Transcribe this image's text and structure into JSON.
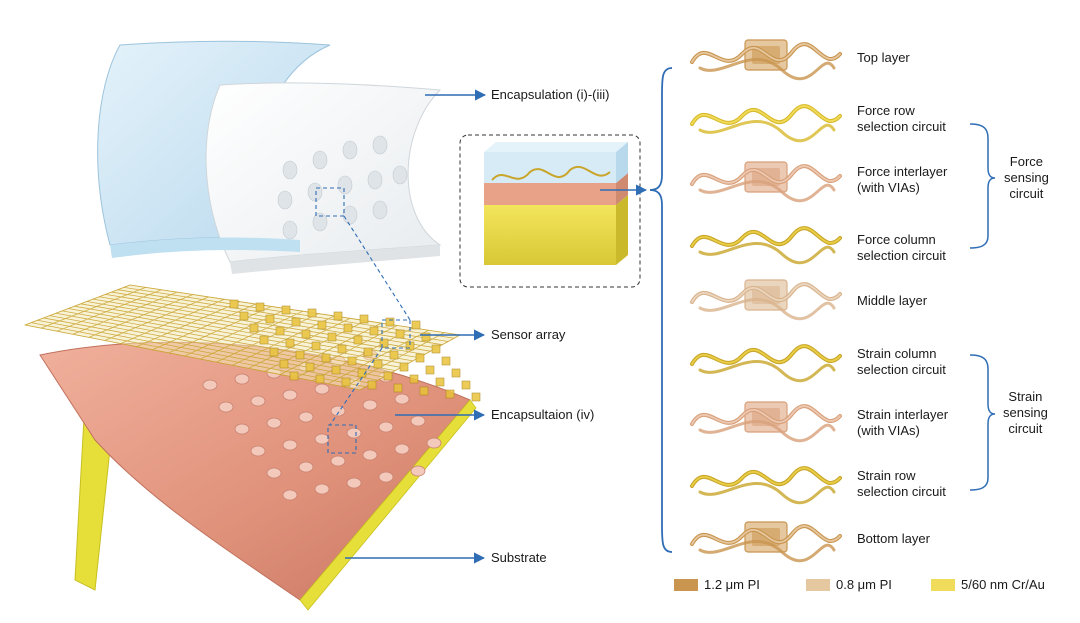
{
  "left_labels": {
    "encapsulation_top": "Encapsulation (i)-(iii)",
    "sensor_array": "Sensor array",
    "encapsulation_bottom": "Encapsultaion (iv)",
    "substrate": "Substrate"
  },
  "layers": [
    {
      "label": "Top layer"
    },
    {
      "label": "Force row\nselection circuit"
    },
    {
      "label": "Force interlayer\n(with VIAs)"
    },
    {
      "label": "Force column\nselection circuit"
    },
    {
      "label": "Middle layer"
    },
    {
      "label": "Strain column\nselection circuit"
    },
    {
      "label": "Strain interlayer\n(with VIAs)"
    },
    {
      "label": "Strain row\nselection circuit"
    },
    {
      "label": "Bottom layer"
    }
  ],
  "groups": {
    "force": "Force\nsensing\ncircuit",
    "strain": "Strain\nsensing\ncircuit"
  },
  "legend": [
    {
      "label": "1.2 μm PI",
      "color": "#c9954f"
    },
    {
      "label": "0.8 μm PI",
      "color": "#e6c8a0"
    },
    {
      "label": "5/60 nm Cr/Au",
      "color": "#f0dc5a"
    }
  ],
  "colors": {
    "arrow": "#2f6db5",
    "substrate_top": "#e8a08a",
    "substrate_edge": "#e6df3a",
    "film_blue": "#cfe6f3"
  }
}
